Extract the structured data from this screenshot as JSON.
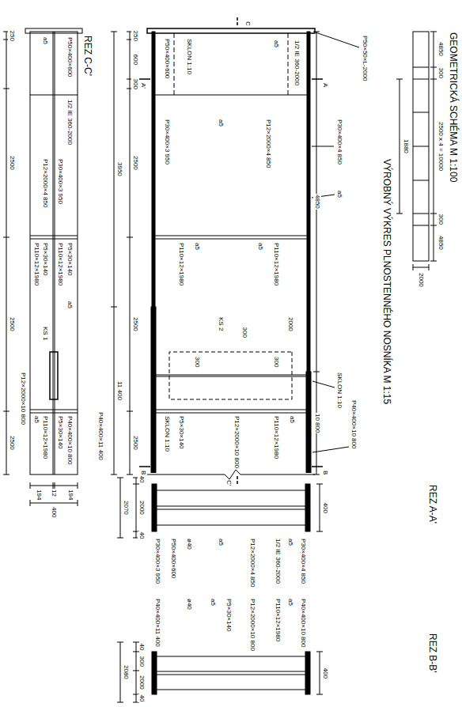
{
  "diagram": {
    "title": "VÝROBNÝ VÝKRES PLNOSTENNÉHO NOSNÍKA M 1:15",
    "labels": [
      "GEOMETRICKÁ SCHÉMA M 1:100",
      "4850",
      "300",
      "2500 x 4 = 10000",
      "300",
      "4850",
      "1880",
      "2000",
      "P50×50×L-2000",
      "A",
      "4850",
      "10 800",
      "B",
      "P30×400×4 850",
      "a5",
      "SKLON 1:10",
      "P40×400×10 800",
      "C",
      "1/2 IE 360-2000",
      "a5",
      "P12×2000×4 850",
      "a5",
      "P30×400×3 950",
      "P50×400×600",
      "SKLON 1:10",
      "P110×12×1980",
      "a5",
      "a5",
      "P110×12×1980",
      "KS 2",
      "300",
      "2000",
      "300",
      "300",
      "a5",
      "P12×2000×10 800",
      "P5×30×140",
      "P110×12×1980",
      "SKLON 1:10",
      "C'",
      "A'",
      "B'",
      "250",
      "600",
      "300",
      "2500",
      "2500",
      "2500",
      "3950",
      "11 400",
      "P40×400×11 400",
      "REZ C-C'",
      "P50×400×600",
      "1/2 IE 360-2000",
      "P30×400×3 950",
      "P5×30×140",
      "P110×12×1980",
      "a5",
      "P40×400×10 800",
      "P5×30×140",
      "a5",
      "P12×2000×4 850",
      "P5×30×140",
      "P110×12×1980",
      "KS 1",
      "P110×12×1980",
      "a5",
      "P12×2000×10 800",
      "250",
      "2500",
      "2500",
      "2500",
      "194",
      "12",
      "194",
      "400",
      "REZ A-A'",
      "400",
      "P30×400×4 850",
      "a5",
      "1/2 IE 360-2000",
      "P12×2000×4 850",
      "a5",
      "ø40",
      "P50×400×600",
      "P30×400×3 950",
      "40",
      "2000",
      "40",
      "2070",
      "REZ B-B'",
      "400",
      "P40×400×10 800",
      "a5",
      "P110×12×1980",
      "P12×2000×10 800",
      "P5×30×140",
      "a5",
      "ø40",
      "P40×400×11 400",
      "40",
      "300",
      "2000",
      "40",
      "2080"
    ]
  }
}
